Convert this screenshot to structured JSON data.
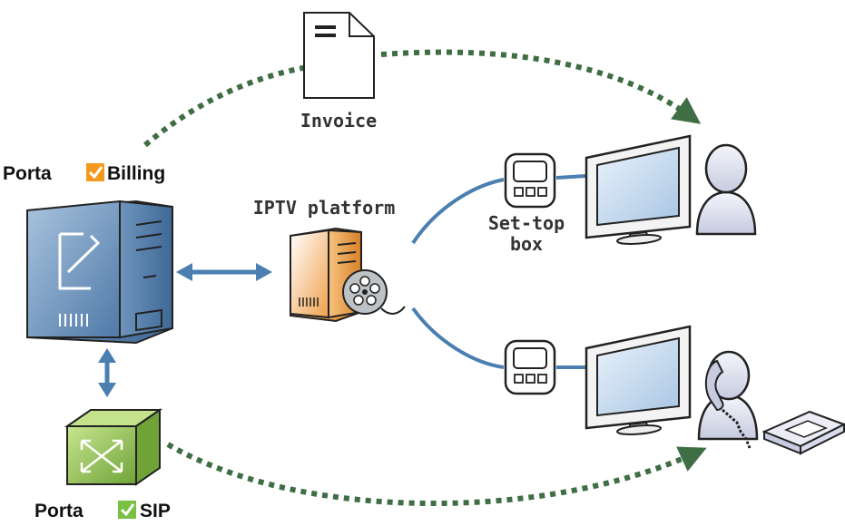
{
  "labels": {
    "invoice": "Invoice",
    "iptv": "IPTV platform",
    "settop_line1": "Set-top",
    "settop_line2": "box"
  },
  "brands": {
    "billing": {
      "left": "Porta",
      "right": "Billing"
    },
    "sip": {
      "left": "Porta",
      "right": "SIP"
    }
  },
  "colors": {
    "dotted_arrow": "#3f6e45",
    "link_blue": "#4a7fb0",
    "server_blue": "#6f95bd",
    "box_green": "#8dc04a",
    "iptv_orange": "#f0a04b",
    "logo_orange": "#f39a1e",
    "logo_green": "#79c043"
  },
  "icons": [
    "document-icon",
    "server-icon",
    "iptv-server-icon",
    "film-reel-icon",
    "sip-box-icon",
    "set-top-box-icon",
    "monitor-icon",
    "user-icon",
    "user-phone-icon",
    "desk-phone-icon"
  ]
}
